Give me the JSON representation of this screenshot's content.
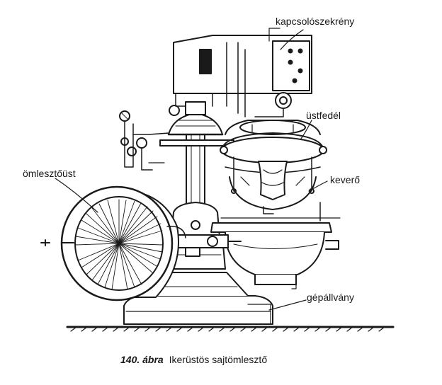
{
  "labels": {
    "switch_cabinet": "kapcsolószekrény",
    "kettle_lid": "üstfedél",
    "mixer": "keverő",
    "pouring_kettle": "ömlesztőüst",
    "machine_stand": "gépállvány"
  },
  "caption": {
    "number": "140.",
    "word": "ábra",
    "title": "Ikerüstös sajtömlesztő"
  },
  "colors": {
    "ink": "#1a1a1a",
    "paper": "#ffffff"
  }
}
